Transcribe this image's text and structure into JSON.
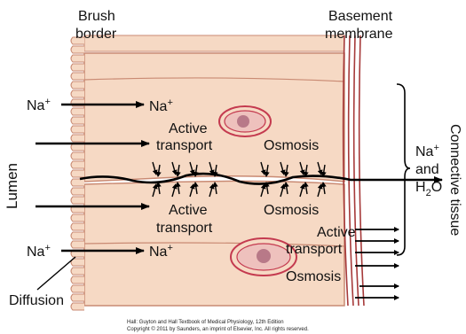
{
  "labels": {
    "brush_border_1": "Brush",
    "brush_border_2": "border",
    "basement_1": "Basement",
    "basement_2": "membrane",
    "lumen": "Lumen",
    "connective": "Connective tissue",
    "na_left_top": "Na+",
    "na_mid_top": "Na+",
    "active_top_1": "Active",
    "active_top_2": "transport",
    "osmosis_top": "Osmosis",
    "active_mid_1": "Active",
    "active_mid_2": "transport",
    "osmosis_mid": "Osmosis",
    "na_left_bottom": "Na+",
    "na_mid_bottom": "Na+",
    "active_right_1": "Active",
    "active_right_2": "transport",
    "osmosis_right": "Osmosis",
    "diffusion": "Diffusion",
    "na_water_1": "Na+",
    "na_water_2": "and",
    "na_water_3": "H2O"
  },
  "caption": {
    "line1": "Hall: Guyton and Hall Textbook of Medical Physiology, 12th Edition",
    "line2": "Copyright © 2011 by Saunders, an imprint of Elsevier, Inc. All rights reserved."
  },
  "colors": {
    "cell_fill": "#f6d9c4",
    "cell_outline": "#c98a73",
    "membrane_line": "#a63a3a",
    "nucleus_fill": "#d89aa2",
    "nucleolus_fill": "#b87988",
    "nucleus_ring": "#c43a4f",
    "arrow": "#000000"
  }
}
